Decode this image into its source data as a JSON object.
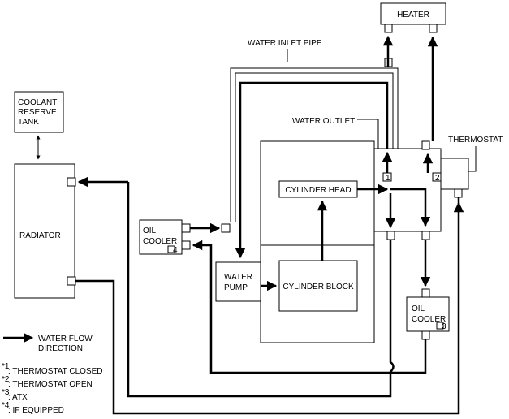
{
  "labels": {
    "heater": "HEATER",
    "water_inlet_pipe": "WATER INLET PIPE",
    "coolant_reserve_tank": [
      "COOLANT",
      "RESERVE",
      "TANK"
    ],
    "water_outlet": "WATER OUTLET",
    "thermostat": "THERMOSTAT",
    "cylinder_head": "CYLINDER HEAD",
    "radiator": "RADIATOR",
    "oil_cooler_left": [
      "OIL",
      "COOLER"
    ],
    "oil_cooler_left_note": "4",
    "water_pump": [
      "WATER",
      "PUMP"
    ],
    "cylinder_block": "CYLINDER BLOCK",
    "oil_cooler_right": [
      "OIL",
      "COOLER"
    ],
    "oil_cooler_right_note": "3",
    "marker_1": "1",
    "marker_2": "2"
  },
  "legend": {
    "flow_direction": [
      "WATER FLOW",
      "DIRECTION"
    ]
  },
  "footnotes": [
    {
      "mark": "*1",
      "text": ": THERMOSTAT CLOSED"
    },
    {
      "mark": "*2",
      "text": ": THERMOSTAT OPEN"
    },
    {
      "mark": "*3",
      "text": ": ATX"
    },
    {
      "mark": "*4",
      "text": ": IF EQUIPPED"
    }
  ]
}
